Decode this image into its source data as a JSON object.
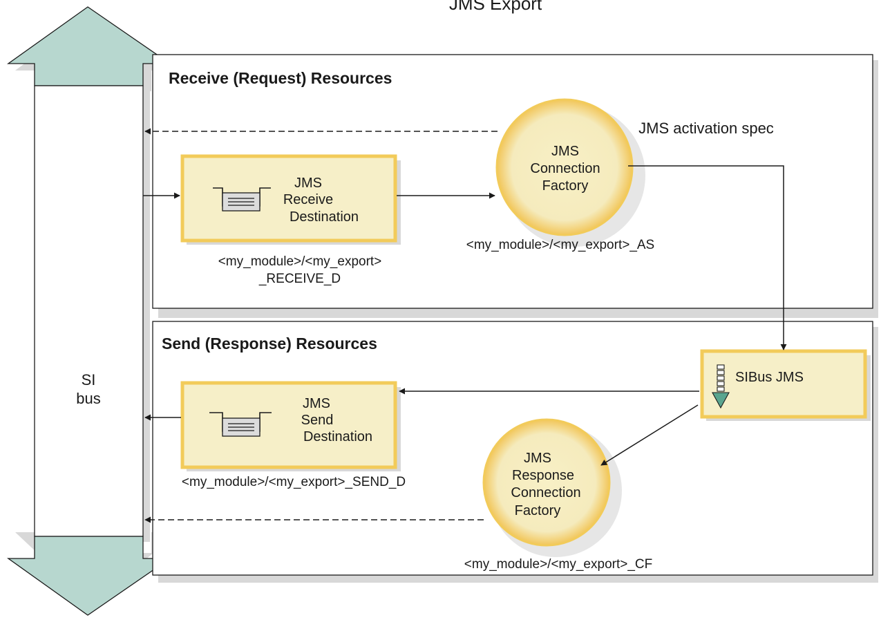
{
  "title": "JMS Export",
  "bus": {
    "line1": "SI",
    "line2": "bus"
  },
  "receive_section": {
    "title": "Receive (Request) Resources",
    "destination": {
      "line1": "JMS",
      "line2": "Receive",
      "line3": "Destination",
      "name_line1": "<my_module>/<my_export>",
      "name_line2": "_RECEIVE_D"
    },
    "connection_factory": {
      "line1": "JMS",
      "line2": "Connection",
      "line3": "Factory",
      "name": "<my_module>/<my_export>_AS"
    },
    "activation_spec_label": "JMS activation spec"
  },
  "send_section": {
    "title": "Send (Response) Resources",
    "destination": {
      "line1": "JMS",
      "line2": "Send",
      "line3": "Destination",
      "name": "<my_module>/<my_export>_SEND_D"
    },
    "sibus": {
      "label": "SIBus JMS"
    },
    "response_factory": {
      "line1": "JMS",
      "line2": "Response",
      "line3": "Connection",
      "line4": "Factory",
      "name": "<my_module>/<my_export>_CF"
    }
  },
  "colors": {
    "arrow_fill": "#b7d7cf",
    "node_fill": "#f6efc8",
    "node_border": "#f2cb5a",
    "shadow": "#d8d8d8",
    "queue_fill": "#dcdcdc",
    "sibus_arrow": "#5aa58f"
  }
}
